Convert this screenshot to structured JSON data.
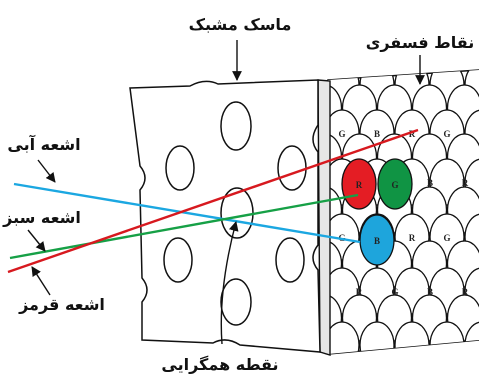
{
  "labels": {
    "shadow_mask": "ماسک مشبک",
    "phosphor_dots": "نقاط فسفری",
    "blue_ray": "اشعه آبی",
    "green_ray": "اشعه سبز",
    "red_ray": "اشعه قرمز",
    "convergence_point": "نقطه همگرایی"
  },
  "phosphor_rows": [
    [
      "G",
      "B",
      "R",
      "G"
    ],
    [
      "R",
      "G",
      "B",
      "R"
    ],
    [
      "G",
      "B",
      "R",
      "G"
    ],
    [
      "R",
      "G",
      "B",
      "R"
    ]
  ],
  "colors": {
    "red_ray": "#d7191f",
    "green_ray": "#16a046",
    "blue_ray": "#1ba7e1",
    "red_dot": "#e41d24",
    "green_dot": "#109444",
    "blue_dot": "#1ea5dc",
    "outline": "#111111"
  }
}
